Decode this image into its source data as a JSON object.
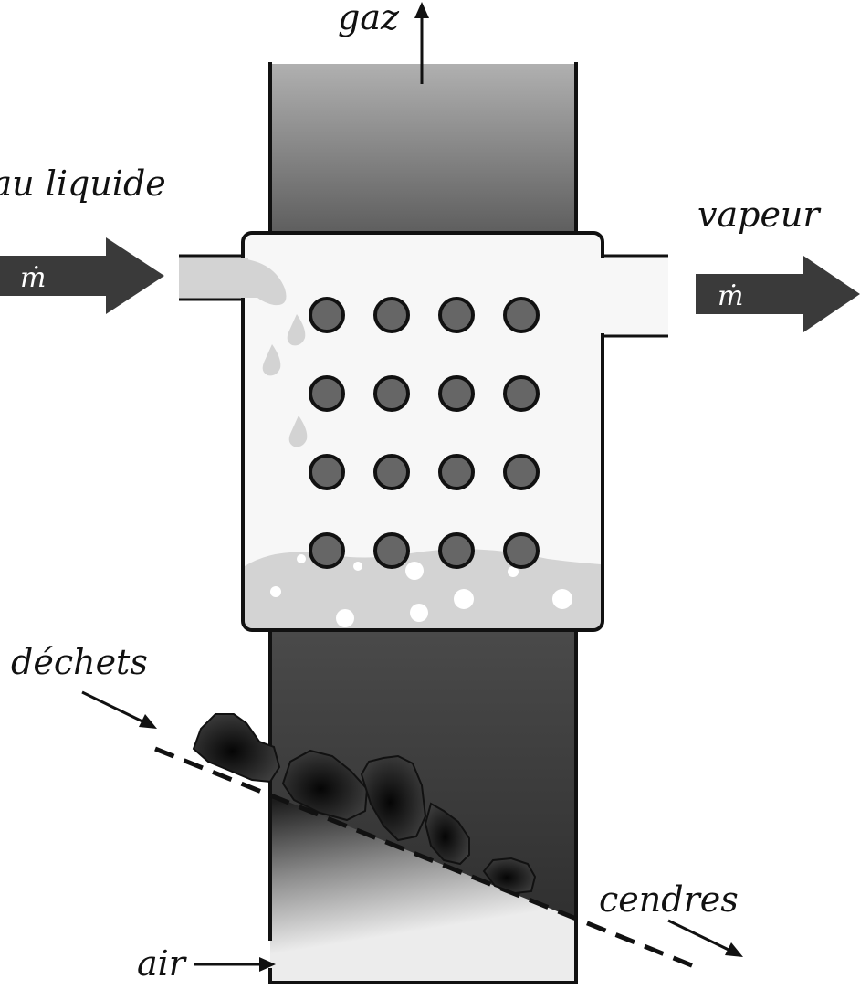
{
  "labels": {
    "gas": "gaz",
    "liquid_water": "eau liquide",
    "steam": "vapeur",
    "mass_flow_in": "ṁ",
    "mass_flow_out": "ṁ",
    "waste": "déchets",
    "ash": "cendres",
    "air": "air"
  },
  "tubes": {
    "rows": 4,
    "columns": 4
  },
  "colors": {
    "outline": "#111111",
    "flow_arrow": "#3a3a3a",
    "tube": "#666666",
    "water": "#d3d3d3",
    "drum": "#f7f7f7",
    "flue_gas_top": "#b0b0b0",
    "flue_gas_bottom": "#4a4a4a",
    "waste": "#1e1e1e"
  }
}
